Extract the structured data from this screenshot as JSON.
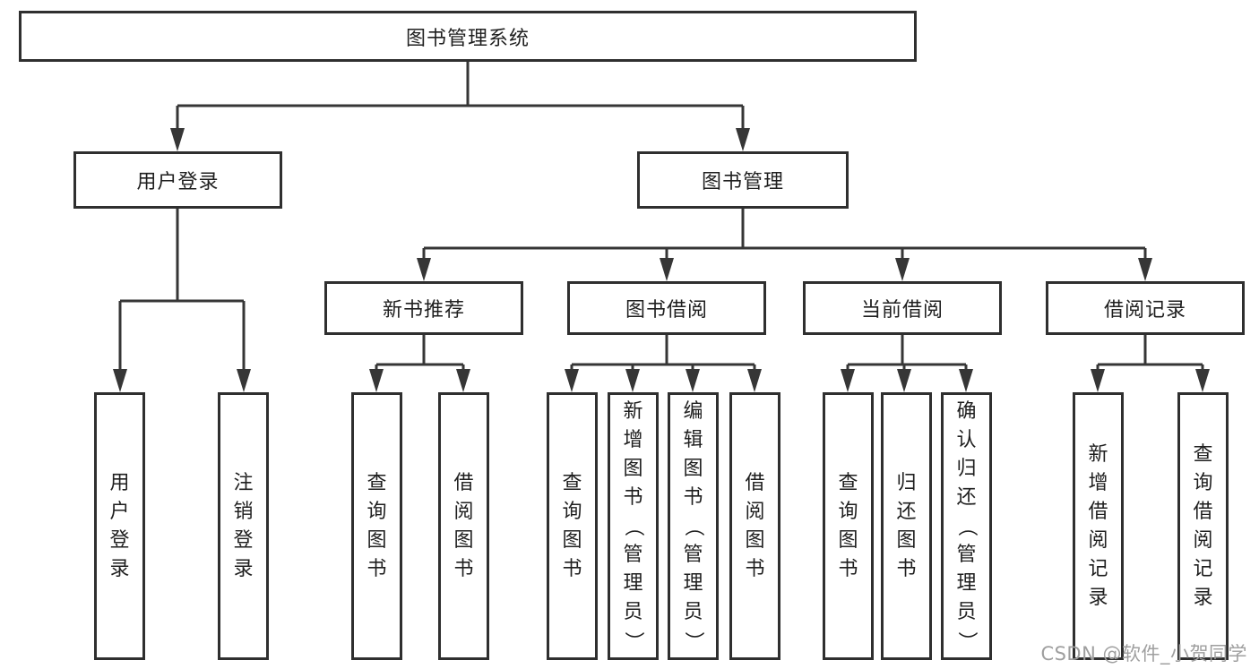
{
  "root": {
    "label": "图书管理系统"
  },
  "level2": [
    {
      "label": "用户登录"
    },
    {
      "label": "图书管理"
    }
  ],
  "level3": [
    {
      "label": "新书推荐"
    },
    {
      "label": "图书借阅"
    },
    {
      "label": "当前借阅"
    },
    {
      "label": "借阅记录"
    }
  ],
  "leaves": [
    {
      "label": "用户登录"
    },
    {
      "label": "注销登录"
    },
    {
      "label": "查询图书"
    },
    {
      "label": "借阅图书"
    },
    {
      "label": "查询图书"
    },
    {
      "label": "新增图书（管理员）"
    },
    {
      "label": "编辑图书（管理员）"
    },
    {
      "label": "借阅图书"
    },
    {
      "label": "查询图书"
    },
    {
      "label": "归还图书"
    },
    {
      "label": "确认归还（管理员）"
    },
    {
      "label": "新增借阅记录"
    },
    {
      "label": "查询借阅记录"
    }
  ],
  "watermark": {
    "text": "CSDN @软件_小贺同学"
  },
  "colors": {
    "line": "#363636",
    "box_border": "#2f2f2f",
    "text": "#1f1f1f",
    "background": "#ffffff",
    "watermark": "#9f9f9f"
  }
}
